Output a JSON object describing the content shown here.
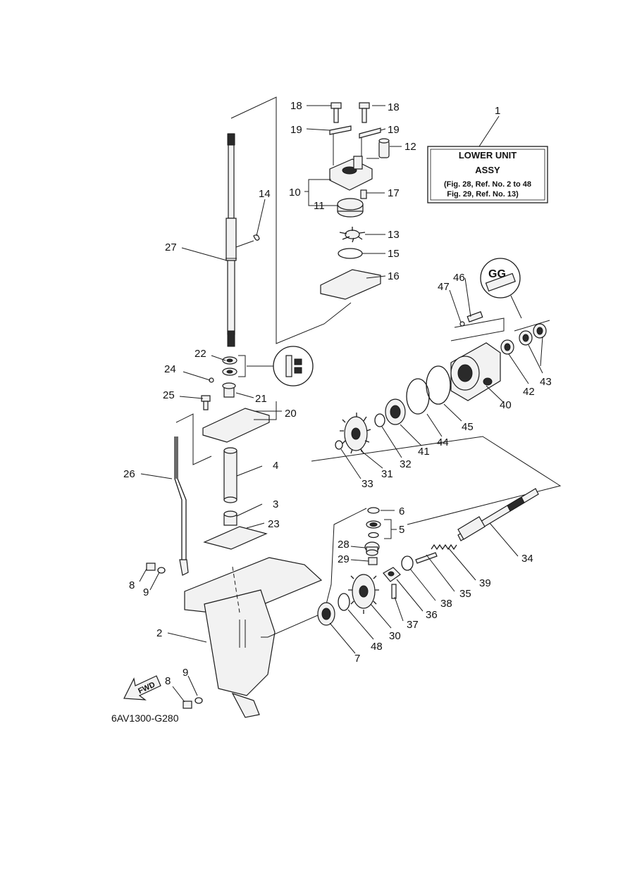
{
  "title_box": {
    "part_number": "1",
    "line1": "LOWER UNIT",
    "line2": "ASSY",
    "line3": "(Fig. 28, Ref. No. 2 to 48",
    "line4": "Fig. 29, Ref. No. 13)"
  },
  "drawing_code": "6AV1300-G280",
  "fwd_label": "FWD",
  "lubricant_symbol": "GG",
  "labels": {
    "n18a": "18",
    "n18b": "18",
    "n19a": "19",
    "n19b": "19",
    "n12": "12",
    "n10": "10",
    "n17": "17",
    "n11": "11",
    "n14": "14",
    "n13": "13",
    "n15": "15",
    "n27": "27",
    "n16": "16",
    "n46": "46",
    "n47": "47",
    "n22": "22",
    "n24": "24",
    "n21": "21",
    "n25": "25",
    "n20": "20",
    "n43": "43",
    "n42": "42",
    "n40": "40",
    "n45": "45",
    "n44": "44",
    "n41": "41",
    "n32": "32",
    "n31": "31",
    "n33": "33",
    "n26": "26",
    "n4": "4",
    "n3": "3",
    "n23": "23",
    "n6": "6",
    "n5": "5",
    "n28": "28",
    "n29": "29",
    "n34": "34",
    "n39": "39",
    "n35": "35",
    "n38": "38",
    "n36": "36",
    "n37": "37",
    "n8a": "8",
    "n9a": "9",
    "n2": "2",
    "n30": "30",
    "n48": "48",
    "n7": "7",
    "n8b": "8",
    "n9b": "9"
  }
}
